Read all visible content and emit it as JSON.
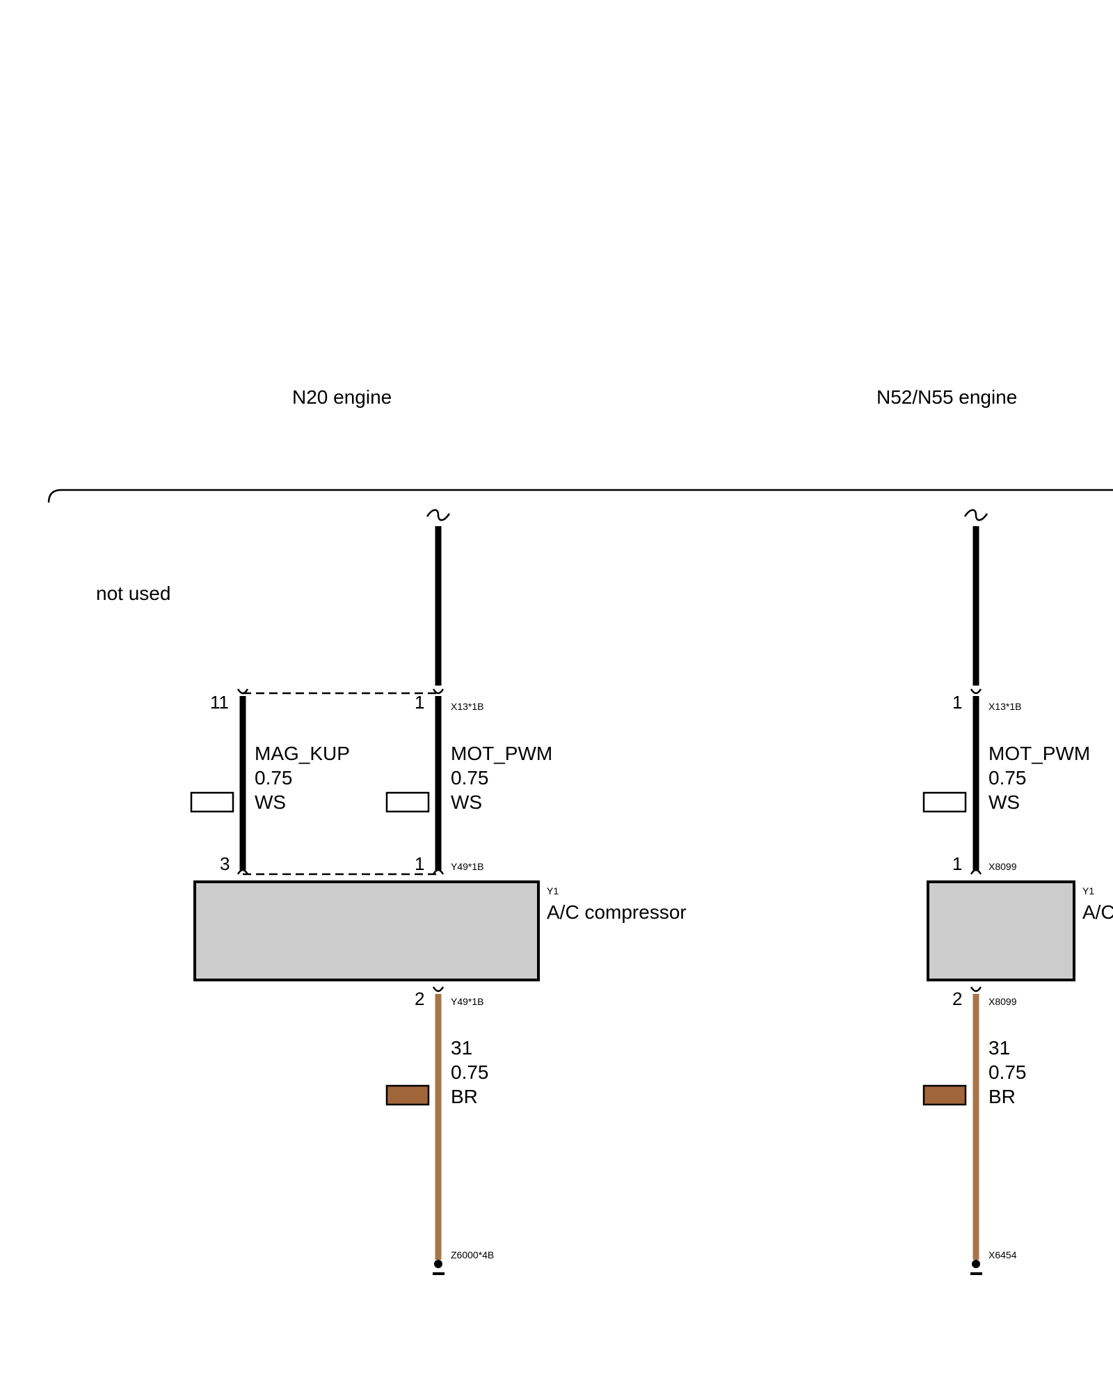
{
  "sections": {
    "left_title": "N20 engine",
    "right_title": "N52/N55 engine",
    "note": "not used"
  },
  "left": {
    "top_connector": "X13*1B",
    "pin_11": "11",
    "pin_1_top": "1",
    "wire_a": {
      "name": "MAG_KUP",
      "size": "0.75",
      "color": "WS"
    },
    "wire_b": {
      "name": "MOT_PWM",
      "size": "0.75",
      "color": "WS"
    },
    "pin_3": "3",
    "pin_1_bottom": "1",
    "comp_connector_top": "Y49*1B",
    "component_id": "Y1",
    "component_name": "A/C compressor",
    "pin_2": "2",
    "comp_connector_bottom": "Y49*1B",
    "ground_wire": {
      "name": "31",
      "size": "0.75",
      "color": "BR"
    },
    "ground_ref": "Z6000*4B"
  },
  "right": {
    "top_connector": "X13*1B",
    "pin_1_top": "1",
    "wire": {
      "name": "MOT_PWM",
      "size": "0.75",
      "color": "WS"
    },
    "pin_1_bottom": "1",
    "comp_connector_top": "X8099",
    "component_id": "Y1",
    "component_name": "A/C",
    "pin_2": "2",
    "comp_connector_bottom": "X8099",
    "ground_wire": {
      "name": "31",
      "size": "0.75",
      "color": "BR"
    },
    "ground_ref": "X6454"
  },
  "colors": {
    "wire_black": "#000000",
    "wire_brown": "#a87447",
    "swatch_white": "#ffffff",
    "swatch_brown": "#a0663a",
    "component_fill": "#cccccc"
  }
}
